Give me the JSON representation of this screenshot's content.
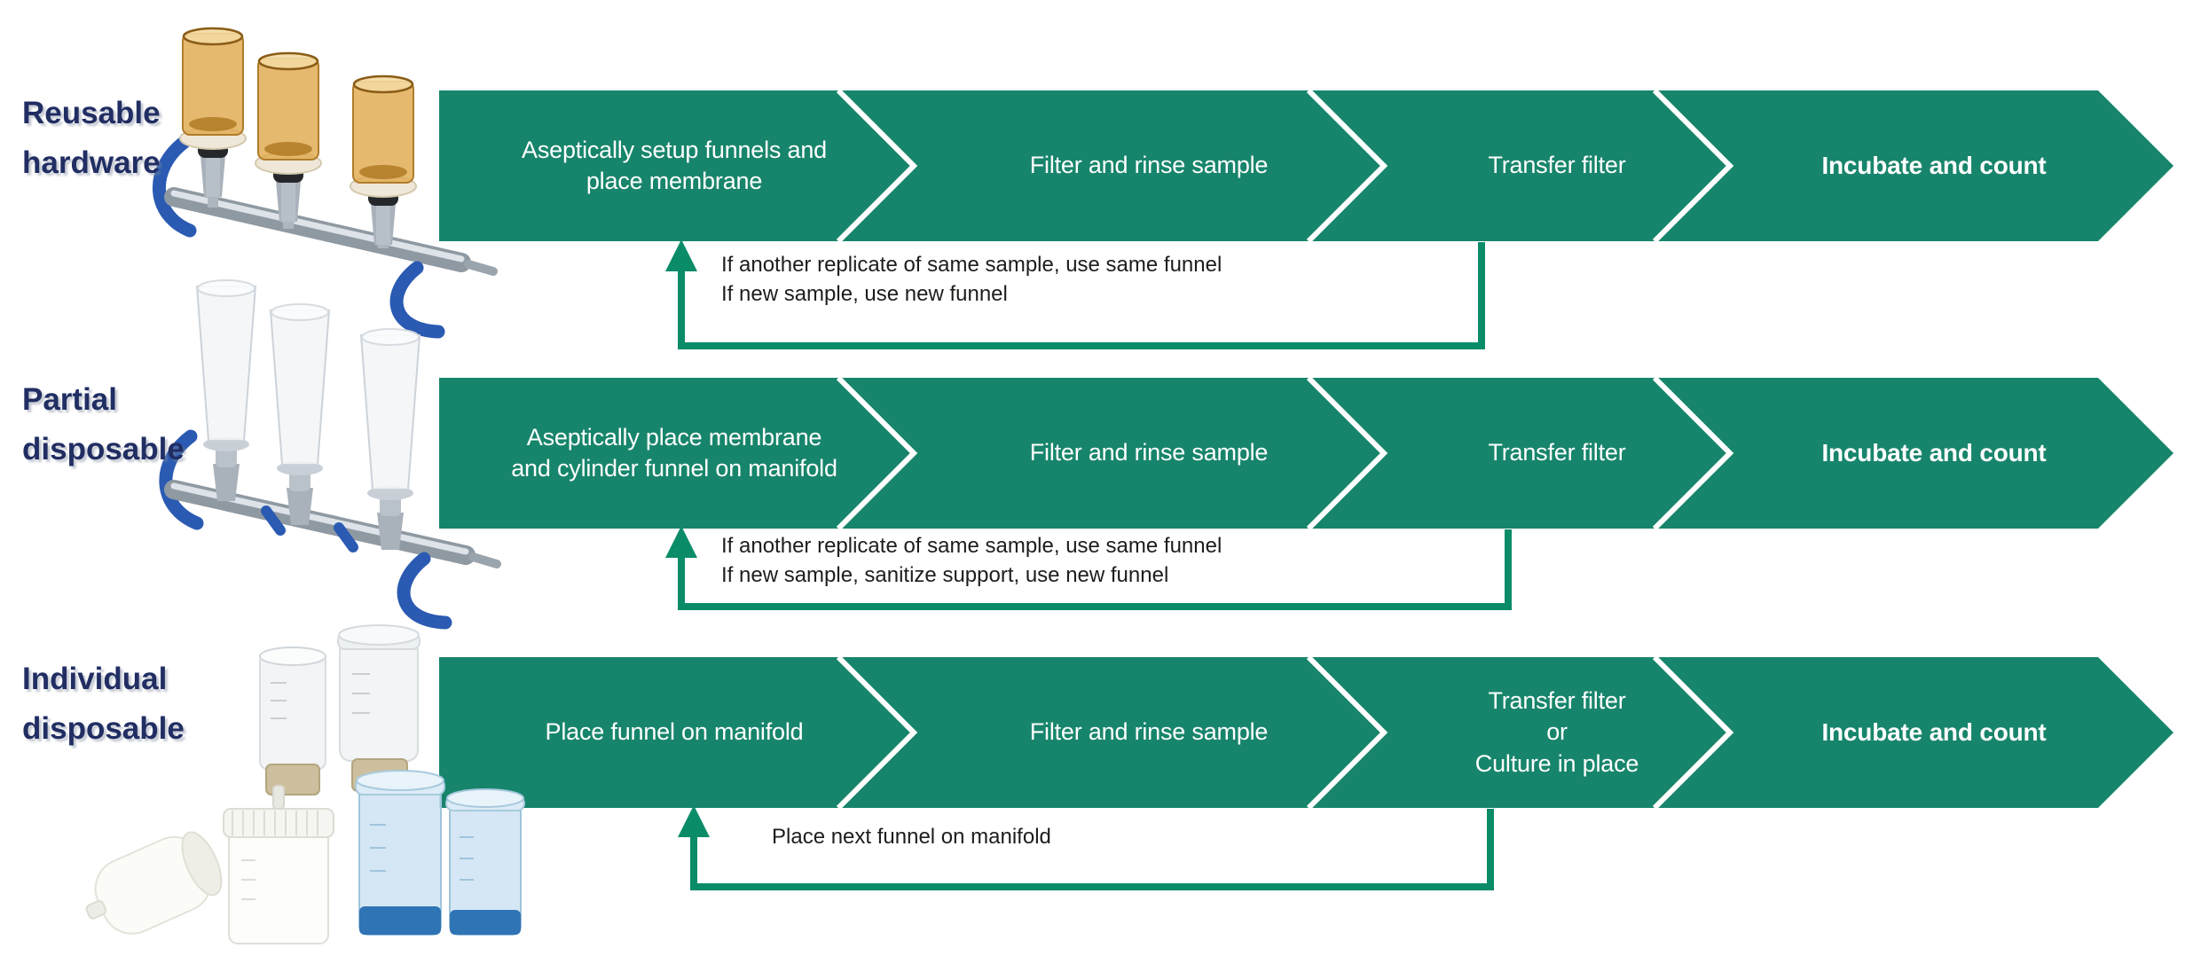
{
  "title": "Membrane filtration workflow comparison",
  "colors": {
    "band_green": "#17856B",
    "loop_green": "#0B8C69",
    "separator_white": "#FFFFFF",
    "label_navy": "#212E63",
    "note_text": "#1D1D1B",
    "step_text": "#FFFFFF"
  },
  "rows": [
    {
      "label": {
        "lines": [
          "Reusable",
          "hardware"
        ]
      },
      "image": "stainless-manifold-with-amber-reusable-funnels",
      "steps": [
        {
          "lines": [
            "Aseptically setup funnels and",
            "place membrane"
          ]
        },
        {
          "lines": [
            "Filter and rinse sample"
          ]
        },
        {
          "lines": [
            "Transfer filter"
          ]
        },
        {
          "lines": [
            "Incubate and count"
          ],
          "emphasis": "bold"
        }
      ],
      "loop_note": {
        "lines": [
          "If another replicate of same sample, use same funnel",
          "If new sample, use new funnel"
        ]
      }
    },
    {
      "label": {
        "lines": [
          "Partial",
          "disposable"
        ]
      },
      "image": "stainless-manifold-with-clear-cylinder-funnels",
      "steps": [
        {
          "lines": [
            "Aseptically place membrane",
            "and cylinder funnel on manifold"
          ]
        },
        {
          "lines": [
            "Filter and rinse sample"
          ]
        },
        {
          "lines": [
            "Transfer filter"
          ]
        },
        {
          "lines": [
            "Incubate and count"
          ],
          "emphasis": "bold"
        }
      ],
      "loop_note": {
        "lines": [
          "If another replicate of same sample, use same funnel",
          "If new sample, sanitize support, use new funnel"
        ]
      }
    },
    {
      "label": {
        "lines": [
          "Individual",
          "disposable"
        ]
      },
      "image": "individual-disposable-funnel-units",
      "steps": [
        {
          "lines": [
            "Place funnel on manifold"
          ]
        },
        {
          "lines": [
            "Filter and rinse sample"
          ]
        },
        {
          "lines": [
            "Transfer filter",
            "or",
            "Culture in place"
          ]
        },
        {
          "lines": [
            "Incubate and count"
          ],
          "emphasis": "bold"
        }
      ],
      "loop_note": {
        "lines": [
          "Place next funnel on manifold"
        ]
      }
    }
  ]
}
